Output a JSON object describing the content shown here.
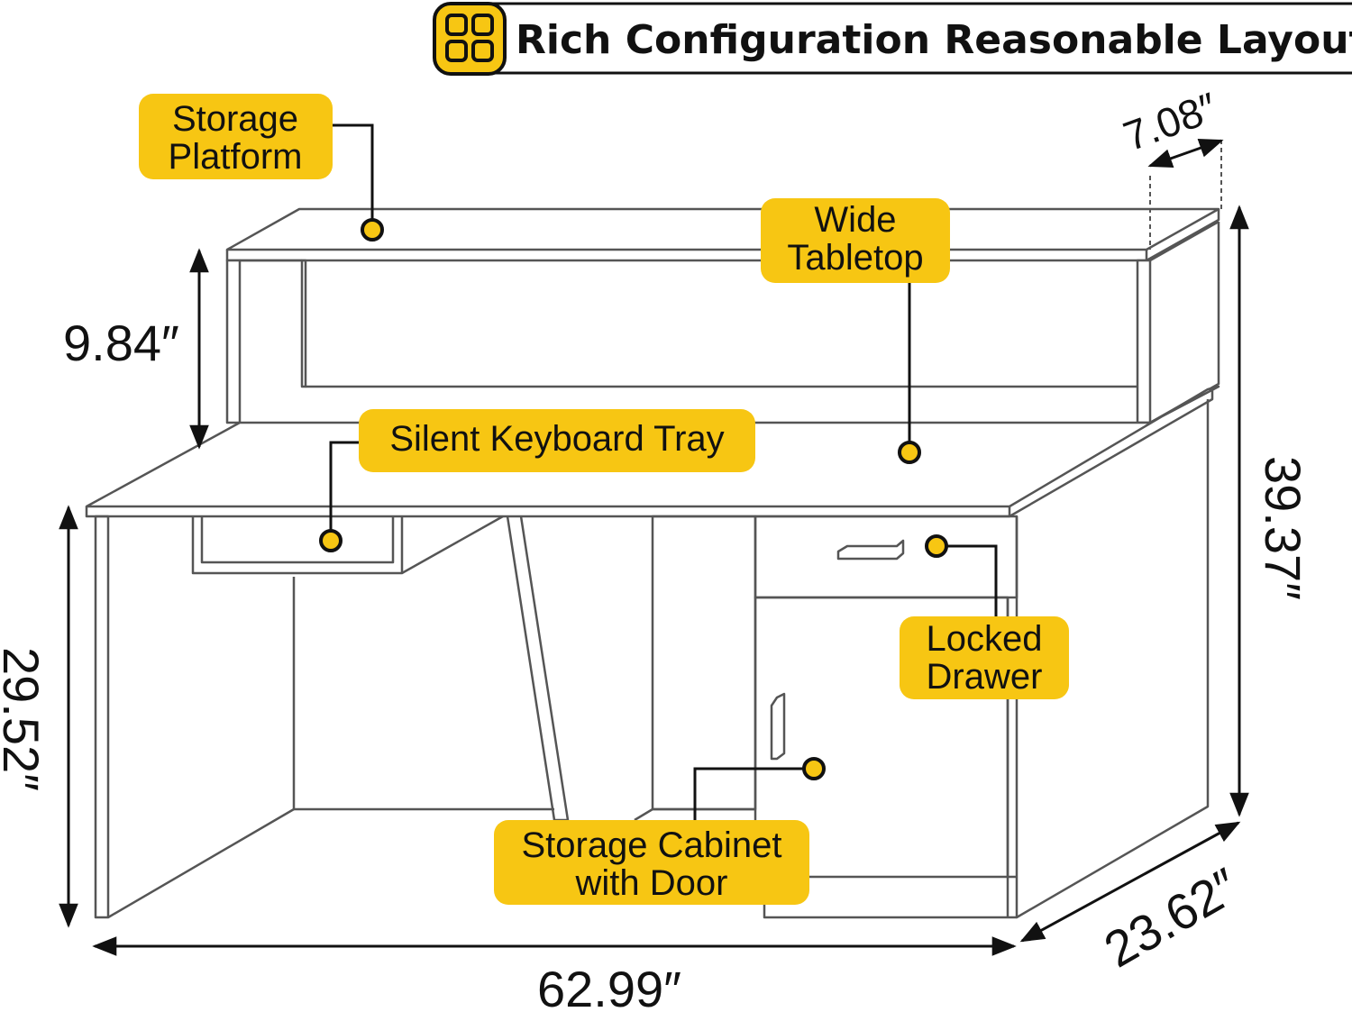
{
  "header": {
    "title": "Rich Configuration Reasonable Layout",
    "icon": "grid-icon"
  },
  "colors": {
    "accent": "#F7C613",
    "line": "#111111",
    "outline": "#555555",
    "background": "#FFFFFF"
  },
  "callouts": {
    "storage_platform": [
      "Storage",
      "Platform"
    ],
    "wide_tabletop": [
      "Wide",
      "Tabletop"
    ],
    "keyboard_tray": [
      "Silent Keyboard Tray"
    ],
    "locked_drawer": [
      "Locked",
      "Drawer"
    ],
    "storage_cabinet": [
      "Storage Cabinet",
      "with Door"
    ]
  },
  "dimensions": {
    "hutch_height": "9.84″",
    "hutch_depth": "7.08″",
    "total_height": "39.37″",
    "desk_height": "29.52″",
    "width": "62.99″",
    "depth": "23.62″"
  }
}
